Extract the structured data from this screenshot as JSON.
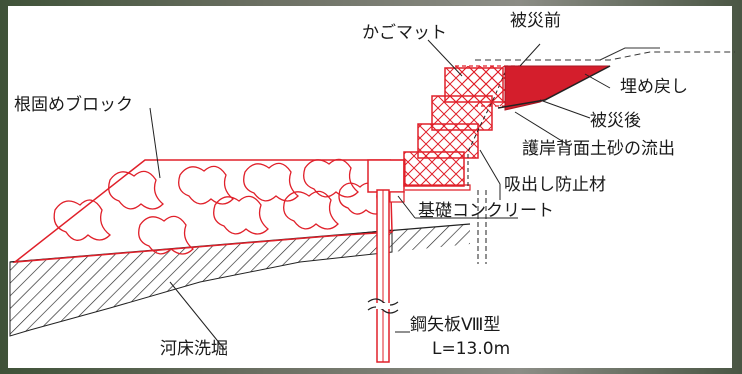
{
  "diagram": {
    "labels": {
      "kago_mat": "かごマット",
      "hisai_mae": "被災前",
      "umemodoshi": "埋め戻し",
      "hisai_go": "被災後",
      "gogan_ryushutsu": "護岸背面土砂の流出",
      "suidashi": "吸出し防止材",
      "nekatame": "根固めブロック",
      "kiso": "基礎コンクリート",
      "kosho": "河床洗堀",
      "kouyaita": "鋼矢板Ⅷ型",
      "length": "L=13.0m"
    },
    "colors": {
      "accent_red": "#e0202a",
      "fill_red": "#d41e2c",
      "line": "#222222",
      "background_photo": "#6b6f62"
    }
  }
}
